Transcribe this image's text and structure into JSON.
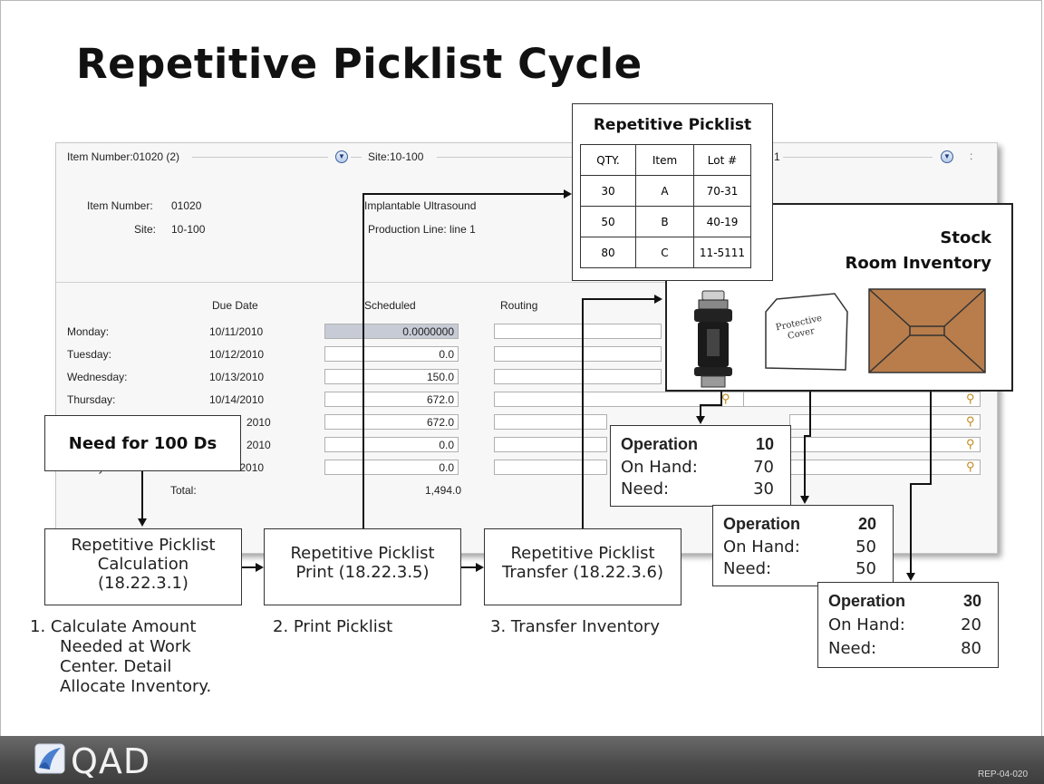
{
  "slide": {
    "title": "Repetitive Picklist Cycle",
    "doc_code": "REP-04-020"
  },
  "window": {
    "item_combo": "Item Number:01020 (2)",
    "site_combo": "Site:10-100",
    "line_combo_tail": "1",
    "item_number_label": "Item Number:",
    "item_number_value": "01020",
    "site_label": "Site:",
    "site_value": "10-100",
    "description": "Implantable Ultrasound",
    "production_line": "Production Line:  line 1",
    "col_due_date": "Due Date",
    "col_scheduled": "Scheduled",
    "col_routing": "Routing",
    "rows": [
      {
        "day": "Monday:",
        "date": "10/11/2010",
        "scheduled": "0.0000000"
      },
      {
        "day": "Tuesday:",
        "date": "10/12/2010",
        "scheduled": "0.0"
      },
      {
        "day": "Wednesday:",
        "date": "10/13/2010",
        "scheduled": "150.0"
      },
      {
        "day": "Thursday:",
        "date": "10/14/2010",
        "scheduled": "672.0"
      },
      {
        "day": "",
        "date": "2010",
        "scheduled": "672.0"
      },
      {
        "day": "",
        "date": "2010",
        "scheduled": "0.0"
      },
      {
        "day": "Sunday:",
        "date": "10/17/2010",
        "scheduled": "0.0"
      }
    ],
    "total_label": "Total:",
    "total_value": "1,494.0"
  },
  "picklist": {
    "title": "Repetitive Picklist",
    "headers": [
      "QTY.",
      "Item",
      "Lot #"
    ],
    "rows": [
      [
        "30",
        "A",
        "70-31"
      ],
      [
        "50",
        "B",
        "40-19"
      ],
      [
        "80",
        "C",
        "11-5111"
      ]
    ]
  },
  "stock_room": {
    "title_line1": "Stock",
    "title_line2": "Room Inventory",
    "cover_text_1": "Protective",
    "cover_text_2": "Cover"
  },
  "need_box": "Need for 100 Ds",
  "process_boxes": [
    {
      "line1": "Repetitive Picklist",
      "line2": "Calculation",
      "line3": "(18.22.3.1)"
    },
    {
      "line1": "Repetitive Picklist",
      "line2": "Print (18.22.3.5)"
    },
    {
      "line1": "Repetitive Picklist",
      "line2": "Transfer (18.22.3.6)"
    }
  ],
  "steps": {
    "s1_l1": "1. Calculate Amount",
    "s1_l2": "Needed at Work",
    "s1_l3": "Center. Detail",
    "s1_l4": "Allocate Inventory.",
    "s2": "2. Print Picklist",
    "s3": "3. Transfer Inventory"
  },
  "operations": [
    {
      "label": "Operation",
      "number": "10",
      "on_hand_label": "On Hand:",
      "on_hand": "70",
      "need_label": "Need:",
      "need": "30"
    },
    {
      "label": "Operation",
      "number": "20",
      "on_hand_label": "On Hand:",
      "on_hand": "50",
      "need_label": "Need:",
      "need": "50"
    },
    {
      "label": "Operation",
      "number": "30",
      "on_hand_label": "On Hand:",
      "on_hand": "20",
      "need_label": "Need:",
      "need": "80"
    }
  ],
  "logo_text": "QAD",
  "colors": {
    "footer": "#4a4a4a",
    "box_brown": "#b87d4b",
    "selection": "#c7cbd6",
    "dropdown_blue": "#3a5f9a"
  }
}
